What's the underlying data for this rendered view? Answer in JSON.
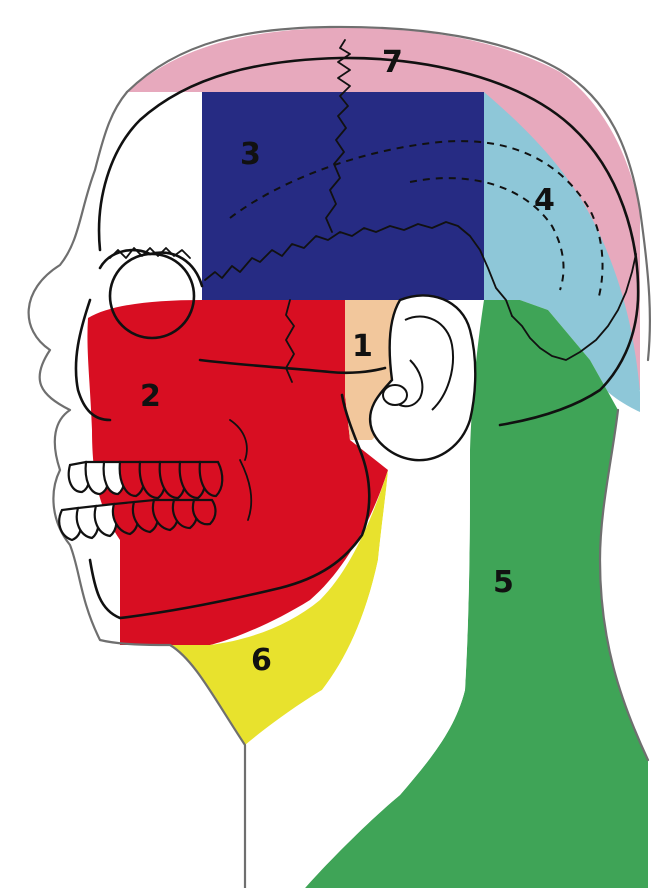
{
  "regions": [
    {
      "id": "1",
      "label": "1",
      "color": "#f2c79c"
    },
    {
      "id": "2",
      "label": "2",
      "color": "#d80e22"
    },
    {
      "id": "3",
      "label": "3",
      "color": "#262b83"
    },
    {
      "id": "4",
      "label": "4",
      "color": "#8ec7d8"
    },
    {
      "id": "5",
      "label": "5",
      "color": "#3fa457"
    },
    {
      "id": "6",
      "label": "6",
      "color": "#e8e22d"
    },
    {
      "id": "7",
      "label": "7",
      "color": "#e7a9bd"
    }
  ],
  "icons": [
    "head-profile-outline",
    "skull-outline",
    "ear-outline"
  ]
}
